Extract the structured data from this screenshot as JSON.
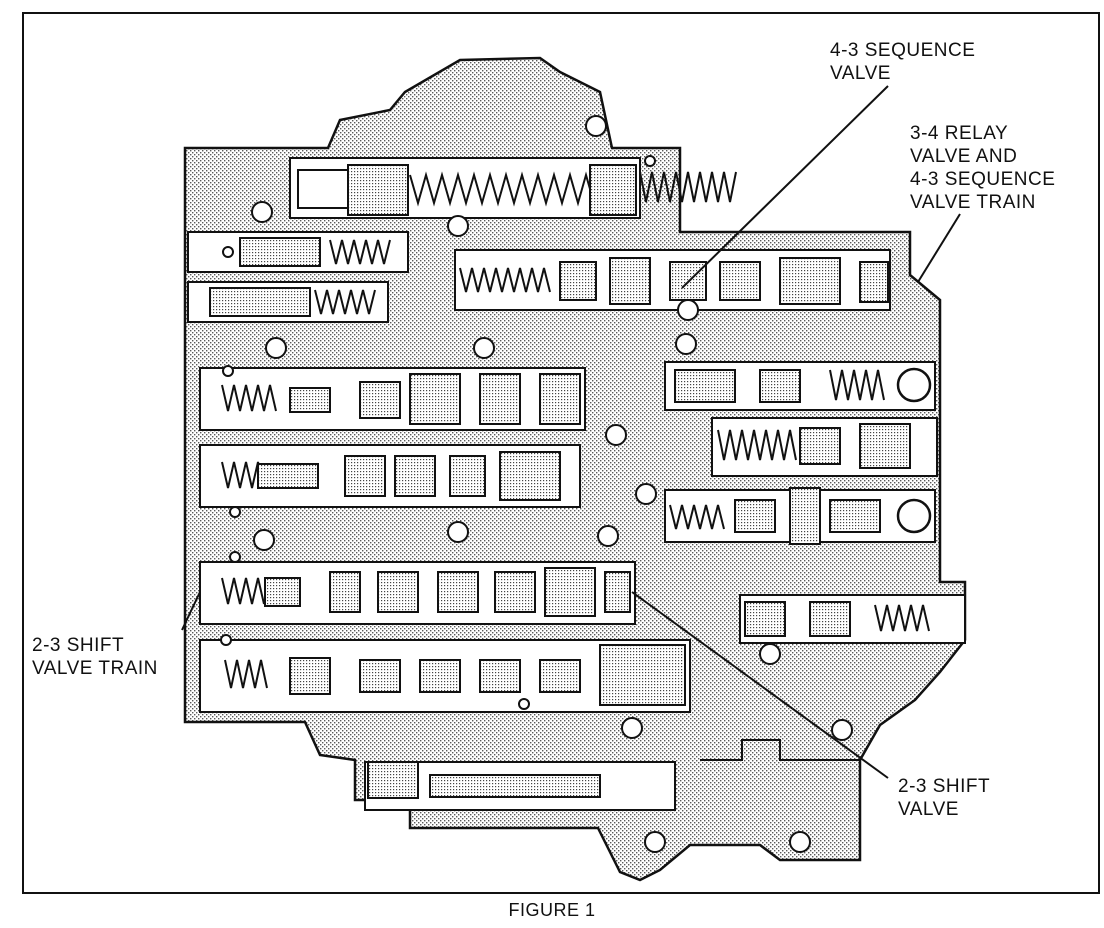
{
  "labels": {
    "seq_valve": [
      "4-3 SEQUENCE",
      "VALVE"
    ],
    "relay_train": [
      "3-4 RELAY",
      "VALVE AND",
      "4-3 SEQUENCE",
      "VALVE TRAIN"
    ],
    "shift_train": [
      "2-3 SHIFT",
      "VALVE TRAIN"
    ],
    "shift_valve": [
      "2-3 SHIFT",
      "VALVE"
    ]
  },
  "caption": "FIGURE 1",
  "colors": {
    "ink": "#111111",
    "stipple": "#9a9a9a",
    "paper": "#ffffff"
  }
}
